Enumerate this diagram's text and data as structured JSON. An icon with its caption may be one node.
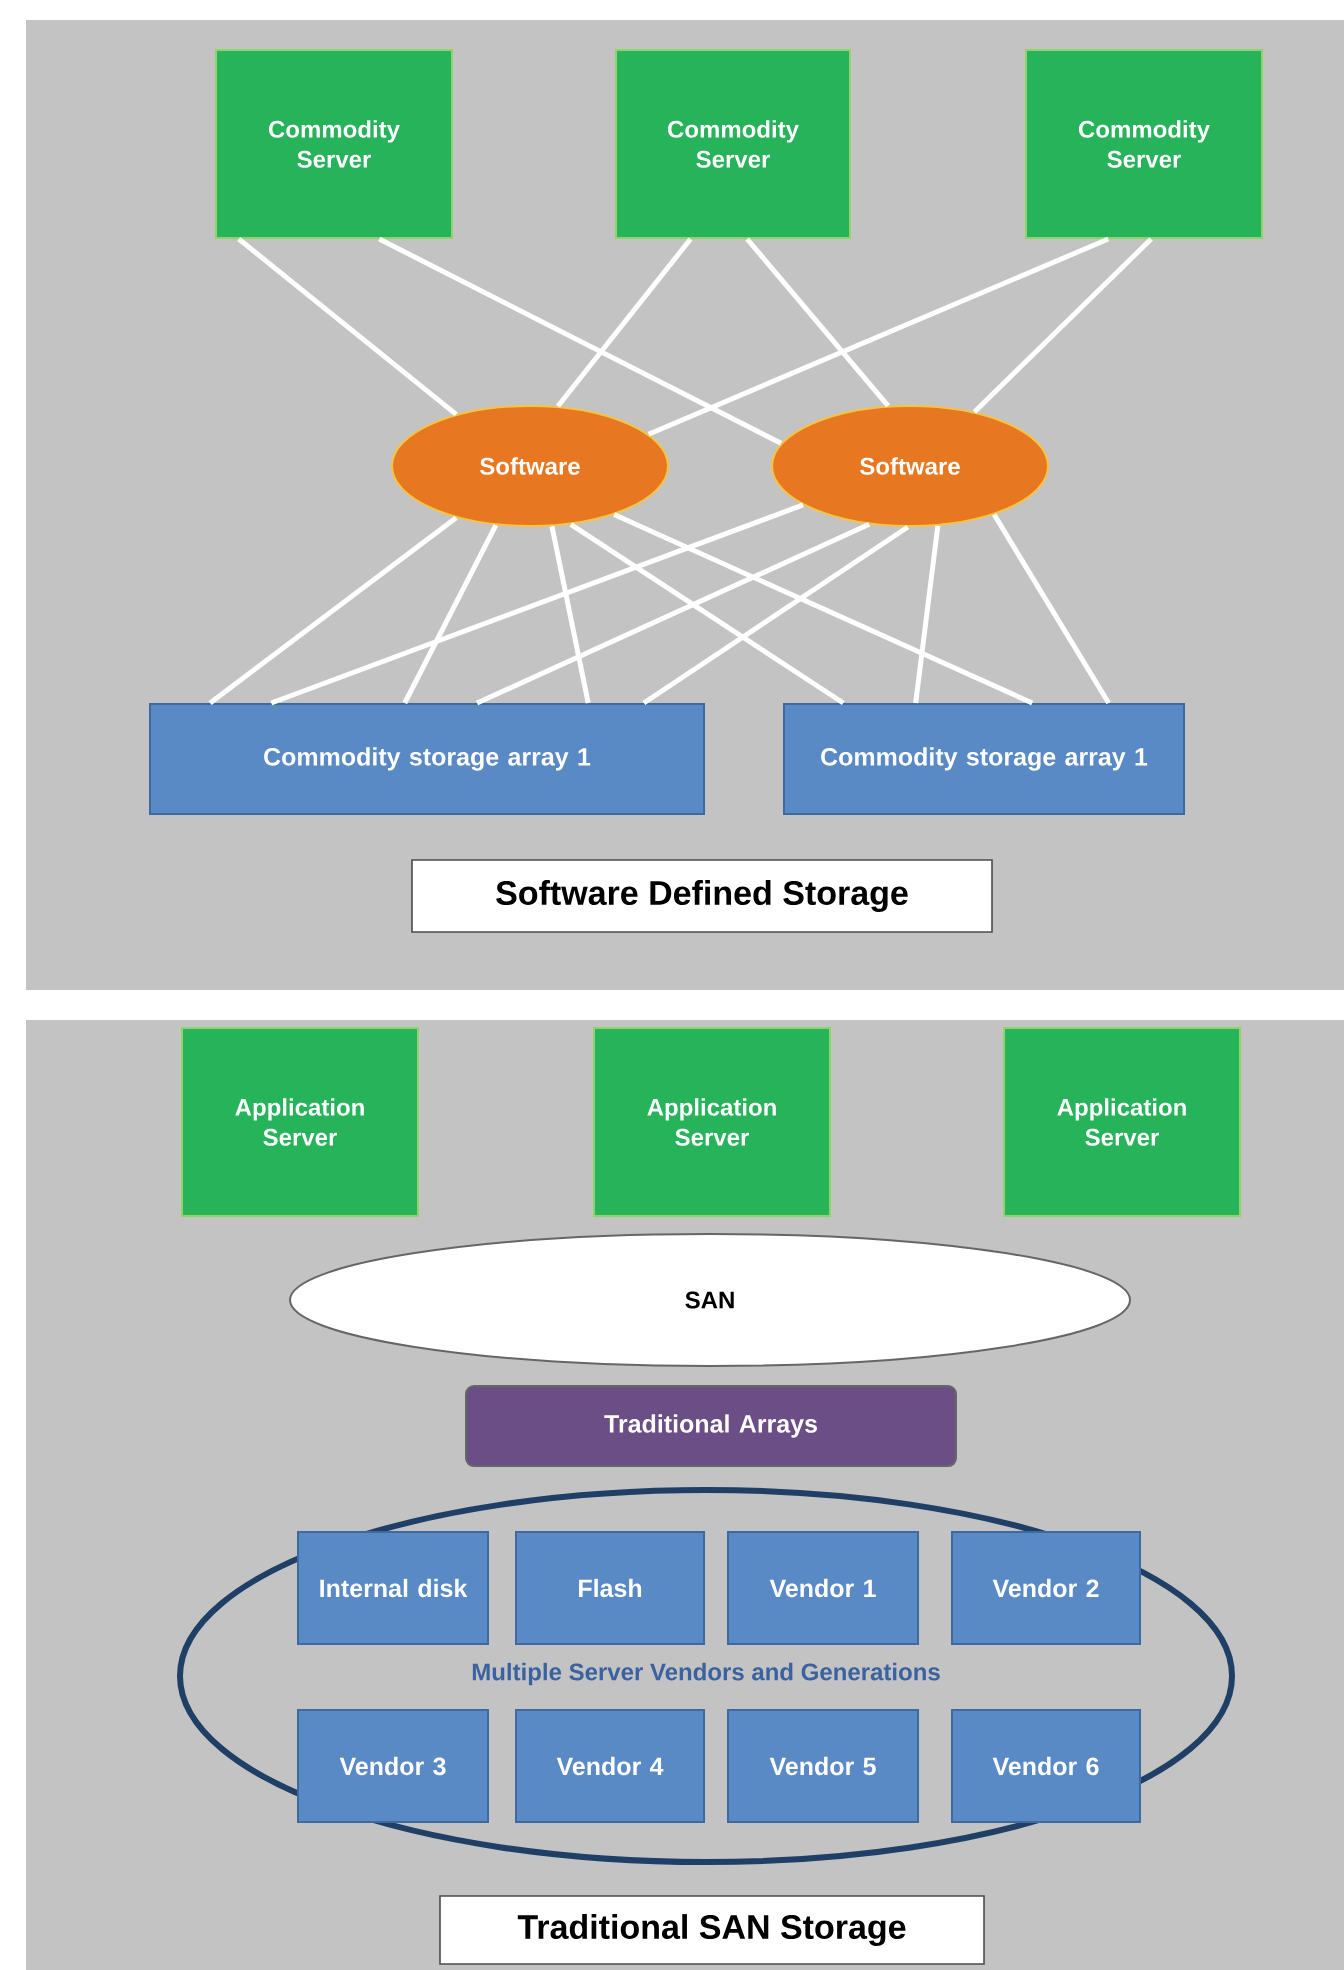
{
  "diagram": {
    "nodes": [
      {
        "text": [
          "Software Defined Storage"
        ]
      },
      {
        "text": [
          "Commodity Server"
        ],
        "in": 0
      },
      {
        "text": [
          "Commodity Server"
        ],
        "in": 0
      },
      {
        "text": [
          "Commodity Server"
        ],
        "in": 0
      },
      {
        "text": [
          "Software"
        ],
        "in": 0
      },
      {
        "text": [
          "Software"
        ],
        "in": 0
      },
      {
        "text": [
          "Commodity storage array 1"
        ],
        "in": 0
      },
      {
        "text": [
          "Commodity storage array 1"
        ],
        "in": 0
      },
      {
        "text": [
          "Traditional SAN Storage"
        ]
      },
      {
        "text": [
          "Application Server"
        ],
        "in": 8
      },
      {
        "text": [
          "Application Server"
        ],
        "in": 8
      },
      {
        "text": [
          "Application Server"
        ],
        "in": 8
      },
      {
        "text": [
          "SAN"
        ],
        "in": 8
      },
      {
        "text": [
          "Traditional Arrays"
        ],
        "in": 8
      },
      {
        "text": [
          "Multiple Server Vendors and Generations"
        ],
        "in": 8
      },
      {
        "text": [
          "Internal disk"
        ],
        "in": 14
      },
      {
        "text": [
          "Flash"
        ],
        "in": 14
      },
      {
        "text": [
          "Vendor 1"
        ],
        "in": 14
      },
      {
        "text": [
          "Vendor 2"
        ],
        "in": 14
      },
      {
        "text": [
          "Vendor 3"
        ],
        "in": 14
      },
      {
        "text": [
          "Vendor 4"
        ],
        "in": 14
      },
      {
        "text": [
          "Vendor 5"
        ],
        "in": 14
      },
      {
        "text": [
          "Vendor 6"
        ],
        "in": 14
      }
    ],
    "edges": [
      {
        "from": 1,
        "to": 4,
        "arrow": "none"
      },
      {
        "from": 1,
        "to": 5,
        "arrow": "none"
      },
      {
        "from": 2,
        "to": 4,
        "arrow": "none"
      },
      {
        "from": 2,
        "to": 5,
        "arrow": "none"
      },
      {
        "from": 3,
        "to": 4,
        "arrow": "none"
      },
      {
        "from": 3,
        "to": 5,
        "arrow": "none"
      },
      {
        "from": 4,
        "to": 6,
        "arrow": "none"
      },
      {
        "from": 4,
        "to": 6,
        "arrow": "none"
      },
      {
        "from": 4,
        "to": 6,
        "arrow": "none"
      },
      {
        "from": 4,
        "to": 7,
        "arrow": "none"
      },
      {
        "from": 4,
        "to": 7,
        "arrow": "none"
      },
      {
        "from": 5,
        "to": 6,
        "arrow": "none"
      },
      {
        "from": 5,
        "to": 6,
        "arrow": "none"
      },
      {
        "from": 5,
        "to": 6,
        "arrow": "none"
      },
      {
        "from": 5,
        "to": 7,
        "arrow": "none"
      },
      {
        "from": 5,
        "to": 7,
        "arrow": "none"
      }
    ]
  }
}
